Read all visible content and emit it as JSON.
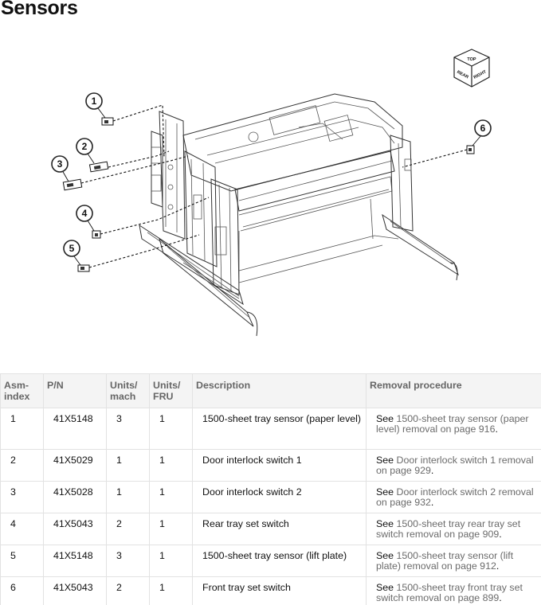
{
  "page": {
    "title": "Sensors"
  },
  "orientation_cube": {
    "top": "TOP",
    "left": "REAR",
    "right": "RIGHT"
  },
  "callouts": [
    "1",
    "2",
    "3",
    "4",
    "5",
    "6"
  ],
  "table": {
    "headers": {
      "asm_index": "Asm-\nindex",
      "pn": "P/N",
      "units_mach": "Units/\nmach",
      "units_fru": "Units/\nFRU",
      "description": "Description",
      "removal": "Removal procedure"
    },
    "rows": [
      {
        "asm": "1",
        "pn": "41X5148",
        "units_mach": "3",
        "units_fru": "1",
        "description": "1500-sheet tray sensor (paper level)",
        "removal_prefix": "See ",
        "removal_link": "1500-sheet tray sensor (paper level) removal on page 916",
        "removal_suffix": "."
      },
      {
        "asm": "2",
        "pn": "41X5029",
        "units_mach": "1",
        "units_fru": "1",
        "description": "Door interlock switch 1",
        "removal_prefix": "See ",
        "removal_link": "Door interlock switch 1 removal on page 929",
        "removal_suffix": "."
      },
      {
        "asm": "3",
        "pn": "41X5028",
        "units_mach": "1",
        "units_fru": "1",
        "description": "Door interlock switch 2",
        "removal_prefix": "See ",
        "removal_link": "Door interlock switch 2 removal on page 932",
        "removal_suffix": "."
      },
      {
        "asm": "4",
        "pn": "41X5043",
        "units_mach": "2",
        "units_fru": "1",
        "description": "Rear tray set switch",
        "removal_prefix": "See ",
        "removal_link": "1500-sheet tray rear tray set switch removal on page 909",
        "removal_suffix": "."
      },
      {
        "asm": "5",
        "pn": "41X5148",
        "units_mach": "3",
        "units_fru": "1",
        "description": "1500-sheet tray sensor (lift plate)",
        "removal_prefix": "See ",
        "removal_link": "1500-sheet tray sensor (lift plate) removal on page 912",
        "removal_suffix": "."
      },
      {
        "asm": "6",
        "pn": "41X5043",
        "units_mach": "2",
        "units_fru": "1",
        "description": "Front tray set switch",
        "removal_prefix": "See ",
        "removal_link": "1500-sheet tray front tray set switch removal on page 899",
        "removal_suffix": "."
      }
    ]
  }
}
